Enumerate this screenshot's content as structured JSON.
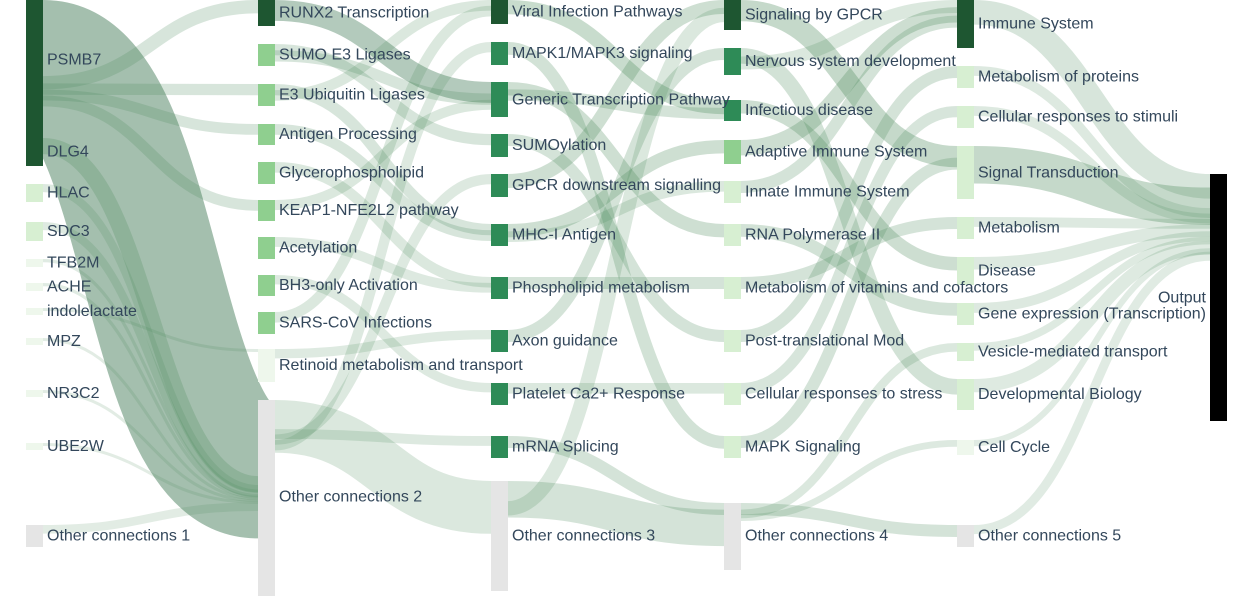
{
  "colors": {
    "link": "#4a8a5a",
    "link_strong": "#2c6b44",
    "node_dark": "#1e5631",
    "node_mid": "#2e8b57",
    "node_light": "#8fcf8f",
    "node_pale": "#d7efd2",
    "node_faint": "#eef7ec",
    "node_other": "#e5e5e5",
    "node_output": "#000000",
    "text": "#33475b"
  },
  "columns": [
    {
      "name": "column-1",
      "nodes": [
        {
          "id": "psmb7",
          "label": "PSMB7",
          "shade": "dark"
        },
        {
          "id": "dlg4",
          "label": "DLG4",
          "shade": "dark"
        },
        {
          "id": "hlac",
          "label": "HLAC",
          "shade": "pale"
        },
        {
          "id": "sdc3",
          "label": "SDC3",
          "shade": "pale"
        },
        {
          "id": "tfb2m",
          "label": "TFB2M",
          "shade": "faint"
        },
        {
          "id": "ache",
          "label": "ACHE",
          "shade": "faint"
        },
        {
          "id": "indolelactate",
          "label": "indolelactate",
          "shade": "faint"
        },
        {
          "id": "mpz",
          "label": "MPZ",
          "shade": "faint"
        },
        {
          "id": "nr3c2",
          "label": "NR3C2",
          "shade": "faint"
        },
        {
          "id": "ube2w",
          "label": "UBE2W",
          "shade": "faint"
        },
        {
          "id": "other1",
          "label": "Other connections 1",
          "shade": "other"
        }
      ]
    },
    {
      "name": "column-2",
      "nodes": [
        {
          "id": "runx2",
          "label": "RUNX2 Transcription",
          "shade": "dark"
        },
        {
          "id": "sumo_e3",
          "label": "SUMO E3 Ligases",
          "shade": "light"
        },
        {
          "id": "e3_ub",
          "label": "E3 Ubiquitin Ligases",
          "shade": "light"
        },
        {
          "id": "antigen_proc",
          "label": "Antigen Processing",
          "shade": "light"
        },
        {
          "id": "glycero",
          "label": "Glycerophospholipid",
          "shade": "light"
        },
        {
          "id": "keap1",
          "label": "KEAP1-NFE2L2 pathway",
          "shade": "light"
        },
        {
          "id": "acetylation",
          "label": "Acetylation",
          "shade": "light"
        },
        {
          "id": "bh3",
          "label": "BH3-only Activation",
          "shade": "light"
        },
        {
          "id": "sars",
          "label": "SARS-CoV Infections",
          "shade": "light"
        },
        {
          "id": "retinoid",
          "label": "Retinoid metabolism and transport",
          "shade": "faint"
        },
        {
          "id": "other2",
          "label": "Other connections 2",
          "shade": "other"
        }
      ]
    },
    {
      "name": "column-3",
      "nodes": [
        {
          "id": "viral",
          "label": "Viral Infection Pathways",
          "shade": "dark"
        },
        {
          "id": "mapk13",
          "label": "MAPK1/MAPK3 signaling",
          "shade": "mid"
        },
        {
          "id": "generic_tx",
          "label": "Generic Transcription Pathway",
          "shade": "mid"
        },
        {
          "id": "sumoylation",
          "label": "SUMOylation",
          "shade": "mid"
        },
        {
          "id": "gpcr_down",
          "label": "GPCR downstream signalling",
          "shade": "mid"
        },
        {
          "id": "mhc1",
          "label": "MHC-I Antigen",
          "shade": "mid"
        },
        {
          "id": "phospholipid",
          "label": "Phospholipid metabolism",
          "shade": "mid"
        },
        {
          "id": "axon",
          "label": "Axon guidance",
          "shade": "mid"
        },
        {
          "id": "platelet",
          "label": "Platelet Ca2+ Response",
          "shade": "mid"
        },
        {
          "id": "mrna",
          "label": "mRNA Splicing",
          "shade": "mid"
        },
        {
          "id": "other3",
          "label": "Other connections 3",
          "shade": "other"
        }
      ]
    },
    {
      "name": "column-4",
      "nodes": [
        {
          "id": "sig_gpcr",
          "label": "Signaling by GPCR",
          "shade": "dark"
        },
        {
          "id": "nervous",
          "label": "Nervous system development",
          "shade": "mid"
        },
        {
          "id": "infectious",
          "label": "Infectious disease",
          "shade": "mid"
        },
        {
          "id": "adaptive",
          "label": "Adaptive Immune System",
          "shade": "light"
        },
        {
          "id": "innate",
          "label": "Innate Immune System",
          "shade": "pale"
        },
        {
          "id": "rnapol",
          "label": "RNA Polymerase II",
          "shade": "pale"
        },
        {
          "id": "vitamins",
          "label": "Metabolism of vitamins and cofactors",
          "shade": "pale"
        },
        {
          "id": "ptm",
          "label": "Post-translational Mod",
          "shade": "pale"
        },
        {
          "id": "stress",
          "label": "Cellular responses to stress",
          "shade": "pale"
        },
        {
          "id": "mapk_sig",
          "label": "MAPK Signaling",
          "shade": "pale"
        },
        {
          "id": "other4",
          "label": "Other connections 4",
          "shade": "other"
        }
      ]
    },
    {
      "name": "column-5",
      "nodes": [
        {
          "id": "immune",
          "label": "Immune System",
          "shade": "dark"
        },
        {
          "id": "met_proteins",
          "label": "Metabolism of proteins",
          "shade": "pale"
        },
        {
          "id": "stimuli",
          "label": "Cellular responses to stimuli",
          "shade": "pale"
        },
        {
          "id": "signal_tx",
          "label": "Signal Transduction",
          "shade": "pale"
        },
        {
          "id": "metabolism",
          "label": "Metabolism",
          "shade": "pale"
        },
        {
          "id": "disease",
          "label": "Disease",
          "shade": "pale"
        },
        {
          "id": "gene_expr",
          "label": "Gene expression (Transcription)",
          "shade": "pale"
        },
        {
          "id": "vesicle",
          "label": "Vesicle-mediated transport",
          "shade": "pale"
        },
        {
          "id": "dev_bio",
          "label": "Developmental Biology",
          "shade": "pale"
        },
        {
          "id": "cell_cycle",
          "label": "Cell Cycle",
          "shade": "faint"
        },
        {
          "id": "other5",
          "label": "Other connections 5",
          "shade": "other"
        }
      ]
    },
    {
      "name": "column-6",
      "nodes": [
        {
          "id": "output",
          "label": "Output",
          "shade": "output"
        }
      ]
    }
  ],
  "links": [
    {
      "source": "psmb7",
      "target": "other2",
      "strength": 0.9
    },
    {
      "source": "psmb7",
      "target": "runx2",
      "strength": 0.25
    },
    {
      "source": "psmb7",
      "target": "e3_ub",
      "strength": 0.25
    },
    {
      "source": "psmb7",
      "target": "antigen_proc",
      "strength": 0.25
    },
    {
      "source": "psmb7",
      "target": "keap1",
      "strength": 0.25
    },
    {
      "source": "dlg4",
      "target": "other2",
      "strength": 0.35
    },
    {
      "source": "hlac",
      "target": "other2",
      "strength": 0.15
    },
    {
      "source": "sdc3",
      "target": "other2",
      "strength": 0.12
    },
    {
      "source": "tfb2m",
      "target": "other2",
      "strength": 0.08
    },
    {
      "source": "ache",
      "target": "other2",
      "strength": 0.08
    },
    {
      "source": "indolelactate",
      "target": "retinoid",
      "strength": 0.08
    },
    {
      "source": "mpz",
      "target": "other2",
      "strength": 0.06
    },
    {
      "source": "nr3c2",
      "target": "other2",
      "strength": 0.06
    },
    {
      "source": "ube2w",
      "target": "other2",
      "strength": 0.06
    },
    {
      "source": "other1",
      "target": "other2",
      "strength": 0.06
    },
    {
      "source": "runx2",
      "target": "generic_tx",
      "strength": 0.7
    },
    {
      "source": "sumo_e3",
      "target": "sumoylation",
      "strength": 0.25
    },
    {
      "source": "sumo_e3",
      "target": "generic_tx",
      "strength": 0.25
    },
    {
      "source": "e3_ub",
      "target": "mhc1",
      "strength": 0.25
    },
    {
      "source": "e3_ub",
      "target": "viral",
      "strength": 0.2
    },
    {
      "source": "antigen_proc",
      "target": "mhc1",
      "strength": 0.25
    },
    {
      "source": "glycero",
      "target": "phospholipid",
      "strength": 0.2
    },
    {
      "source": "keap1",
      "target": "generic_tx",
      "strength": 0.2
    },
    {
      "source": "acetylation",
      "target": "phospholipid",
      "strength": 0.15
    },
    {
      "source": "bh3",
      "target": "platelet",
      "strength": 0.15
    },
    {
      "source": "sars",
      "target": "viral",
      "strength": 0.2
    },
    {
      "source": "retinoid",
      "target": "axon",
      "strength": 0.12
    },
    {
      "source": "other2",
      "target": "other3",
      "strength": 0.2
    },
    {
      "source": "other2",
      "target": "mrna",
      "strength": 0.15
    },
    {
      "source": "other2",
      "target": "gpcr_down",
      "strength": 0.15
    },
    {
      "source": "other2",
      "target": "mapk13",
      "strength": 0.15
    },
    {
      "source": "viral",
      "target": "infectious",
      "strength": 0.5
    },
    {
      "source": "mapk13",
      "target": "mapk_sig",
      "strength": 0.35
    },
    {
      "source": "generic_tx",
      "target": "rnapol",
      "strength": 0.4
    },
    {
      "source": "generic_tx",
      "target": "infectious",
      "strength": 0.3
    },
    {
      "source": "sumoylation",
      "target": "ptm",
      "strength": 0.3
    },
    {
      "source": "gpcr_down",
      "target": "sig_gpcr",
      "strength": 0.4
    },
    {
      "source": "mhc1",
      "target": "adaptive",
      "strength": 0.4
    },
    {
      "source": "mhc1",
      "target": "innate",
      "strength": 0.2
    },
    {
      "source": "phospholipid",
      "target": "vitamins",
      "strength": 0.3
    },
    {
      "source": "axon",
      "target": "nervous",
      "strength": 0.3
    },
    {
      "source": "platelet",
      "target": "stress",
      "strength": 0.2
    },
    {
      "source": "mrna",
      "target": "other4",
      "strength": 0.3
    },
    {
      "source": "other3",
      "target": "other4",
      "strength": 0.3
    },
    {
      "source": "other3",
      "target": "sig_gpcr",
      "strength": 0.2
    },
    {
      "source": "sig_gpcr",
      "target": "signal_tx",
      "strength": 0.55
    },
    {
      "source": "nervous",
      "target": "dev_bio",
      "strength": 0.35
    },
    {
      "source": "nervous",
      "target": "immune",
      "strength": 0.2
    },
    {
      "source": "infectious",
      "target": "disease",
      "strength": 0.45
    },
    {
      "source": "adaptive",
      "target": "immune",
      "strength": 0.45
    },
    {
      "source": "innate",
      "target": "immune",
      "strength": 0.3
    },
    {
      "source": "rnapol",
      "target": "gene_expr",
      "strength": 0.35
    },
    {
      "source": "vitamins",
      "target": "metabolism",
      "strength": 0.3
    },
    {
      "source": "ptm",
      "target": "met_proteins",
      "strength": 0.3
    },
    {
      "source": "stress",
      "target": "stimuli",
      "strength": 0.25
    },
    {
      "source": "mapk_sig",
      "target": "signal_tx",
      "strength": 0.3
    },
    {
      "source": "other4",
      "target": "other5",
      "strength": 0.3
    },
    {
      "source": "other4",
      "target": "vesicle",
      "strength": 0.2
    },
    {
      "source": "other4",
      "target": "cell_cycle",
      "strength": 0.15
    },
    {
      "source": "immune",
      "target": "output",
      "strength": 0.25
    },
    {
      "source": "signal_tx",
      "target": "output",
      "strength": 0.55
    },
    {
      "source": "met_proteins",
      "target": "output",
      "strength": 0.15
    },
    {
      "source": "stimuli",
      "target": "output",
      "strength": 0.15
    },
    {
      "source": "metabolism",
      "target": "output",
      "strength": 0.15
    },
    {
      "source": "disease",
      "target": "output",
      "strength": 0.15
    },
    {
      "source": "gene_expr",
      "target": "output",
      "strength": 0.15
    },
    {
      "source": "vesicle",
      "target": "output",
      "strength": 0.12
    },
    {
      "source": "dev_bio",
      "target": "output",
      "strength": 0.12
    },
    {
      "source": "cell_cycle",
      "target": "output",
      "strength": 0.1
    },
    {
      "source": "other5",
      "target": "output",
      "strength": 0.1
    }
  ]
}
